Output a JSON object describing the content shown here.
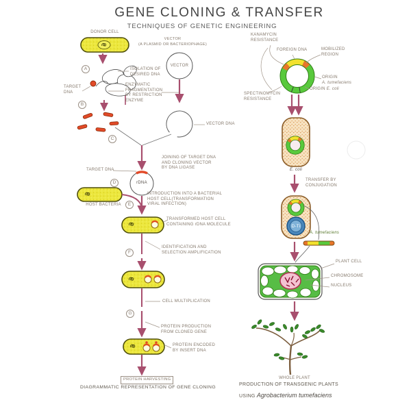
{
  "header": {
    "title": "GENE CLONING & TRANSFER",
    "subtitle": "TECHNIQUES OF GENETIC ENGINEERING"
  },
  "left": {
    "donor_cell": "DONOR CELL",
    "vector_heading": "VECTOR\n(A PLASMID OR BACTERIOPHAGE)",
    "vector": "VECTOR",
    "isolation": "ISOLATION OF\nDESIRED DNA",
    "target_dna": "TARGET\nDNA",
    "enzymatic": "ENZYMATIC\nFRAGMENTATION\nBY RESTRICTION\nENZYME",
    "vector_dna": "VECTOR DNA",
    "joining": "JOINING OF TARGET DNA\nAND CLONING VECTOR\nBY DNA LIGASE",
    "target_dna2": "TARGET DNA",
    "rdna": "rDNA",
    "host_bacteria": "HOST BACTERIA",
    "introduction": "INTRODUCTION INTO A BACTERIAL\nHOST CELL(TRANSFORMATION\nVIRAL INFECTION)",
    "transformed": "TRANSFORMED HOST CELL\nCONTAINING rDNA MOLECULE",
    "identification": "IDENTIFICATION AND\nSELECTION AMPLIFICATION",
    "cell_multiplication": "CELL MULTIPLICATION",
    "protein_production": "PROTEIN PRODUCTION\nFROM CLONED GENE",
    "protein_encoded": "PROTEIN ENCODED\nBY INSERT DNA",
    "protein_harvesting": "PROTEIN HARVESTING",
    "caption": "DIAGRAMMATIC REPRESENTATION OF GENE CLONING",
    "steps": [
      "A",
      "B",
      "C",
      "D",
      "E",
      "F",
      "G"
    ]
  },
  "right": {
    "kanamycin": "KANAMYCIN\nRESISTANCE",
    "foreign_dna": "FOREIGN DNA",
    "mobilized": "MOBILIZED\nREGION",
    "origin_word1": "ORIGIN",
    "origin_species1": "A. tumefaciens",
    "origin_word2": "ORIGIN ",
    "origin_species2": "E. coli",
    "spectinomycin": "SPECTINOMYCIN\nRESISTANCE",
    "ecoli": "E. coli",
    "transfer": "TRANSFER BY\nCONJUGATION",
    "agro_label": "A. tumefaciens",
    "dti": "D-Ti",
    "plant_cell": "PLANT CELL",
    "chromosome": "CHROMOSOME",
    "nucleus": "NUCLEUS",
    "whole_plant": "WHOLE PLANT",
    "caption_line1": "PRODUCTION OF TRANSGENIC PLANTS",
    "caption_using": "USING ",
    "caption_species": "Agrobacterium tumefaciens"
  },
  "colors": {
    "arrow": "#a84f6e",
    "cell_yellow": "#ece73e",
    "fragment_red": "#e24a28",
    "ring_green": "#58c93c",
    "ring_yellow": "#f2e12e",
    "ring_orange": "#e8762a",
    "cell_tan": "#f7e3c2",
    "dti_blue": "#4a88bc",
    "plant_green": "#57bd45",
    "nucleus_pink": "#f3c3d2"
  }
}
